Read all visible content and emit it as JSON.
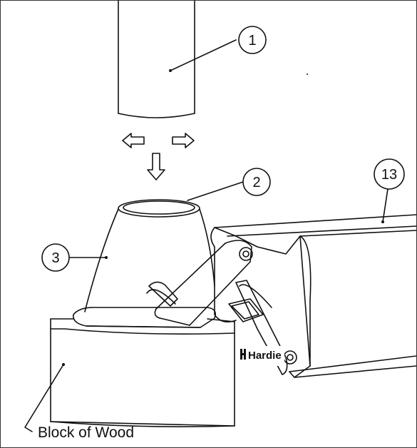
{
  "callouts": {
    "c1": "1",
    "c2": "2",
    "c3": "3",
    "c13": "13"
  },
  "labels": {
    "block_of_wood": "Block of Wood"
  },
  "brand": {
    "name": "Hardie"
  },
  "icons": {
    "arrow_left": "arrow-left-icon",
    "arrow_right": "arrow-right-icon",
    "arrow_down": "arrow-down-icon"
  },
  "colors": {
    "line": "#111111",
    "background": "#ffffff"
  }
}
